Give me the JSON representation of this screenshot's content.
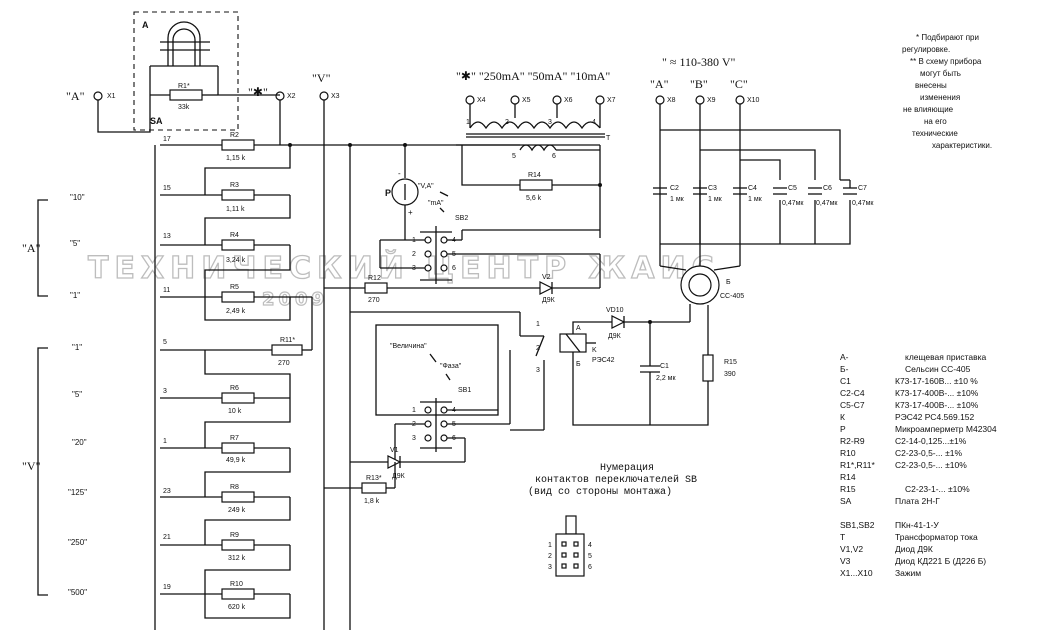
{
  "watermark": {
    "line1": "ТЕХНИЧЕСКИЙ ЦЕНТР ЖАИС",
    "line2": "2009"
  },
  "probe": {
    "block_label": "A",
    "r1_label": "R1*",
    "r1_value": "33k",
    "sa_label": "SA"
  },
  "terminals": {
    "x1": {
      "name": "\"A\"",
      "ref": "X1"
    },
    "x2": {
      "name": "\"✱\"",
      "ref": "X2"
    },
    "x3": {
      "name": "\"V\"",
      "ref": "X3"
    },
    "x4": {
      "ref": "X4"
    },
    "x5": {
      "ref": "X5"
    },
    "x6": {
      "ref": "X6"
    },
    "x7": {
      "ref": "X7"
    },
    "x8": {
      "name": "\"A\"",
      "ref": "X8"
    },
    "x9": {
      "name": "\"B\"",
      "ref": "X9"
    },
    "x10": {
      "name": "\"C\"",
      "ref": "X10"
    }
  },
  "range_labels": {
    "current_group": "\"A\"",
    "current_ranges": [
      "\"10\"",
      "\"5\"",
      "\"1\""
    ],
    "voltage_group": "\"V\"",
    "voltage_ranges": [
      "\"1\"",
      "\"5\"",
      "\"20\"",
      "\"125\"",
      "\"250\"",
      "\"500\""
    ]
  },
  "contacts": [
    "17",
    "15",
    "13",
    "11",
    "5",
    "3",
    "1",
    "23",
    "21",
    "19"
  ],
  "resistors": [
    {
      "ref": "R2",
      "value": "1,15 k"
    },
    {
      "ref": "R3",
      "value": "1,11 k"
    },
    {
      "ref": "R4",
      "value": "3,24 k"
    },
    {
      "ref": "R5",
      "value": "2,49 k"
    },
    {
      "ref": "R11*",
      "value": "270"
    },
    {
      "ref": "R6",
      "value": "10 k"
    },
    {
      "ref": "R7",
      "value": "49,9 k"
    },
    {
      "ref": "R8",
      "value": "249 k"
    },
    {
      "ref": "R9",
      "value": "312 k"
    },
    {
      "ref": "R10",
      "value": "620 k"
    }
  ],
  "upper_terminals_label": "\"✱\"  \"250mA\" \"50mA\" \"10mA\"",
  "transformer": {
    "ref": "T",
    "secondary_ends": [
      "5",
      "6"
    ],
    "taps": [
      "1",
      "2",
      "3",
      "4"
    ]
  },
  "meter": {
    "ref": "P",
    "plus": "+",
    "minus": "-"
  },
  "sb2_top": {
    "ref": "SB2",
    "mode_va": "\"V,A\"",
    "mode_ma": "\"mA\"",
    "pins": [
      "1",
      "2",
      "3",
      "4",
      "5",
      "6"
    ]
  },
  "r14": {
    "ref": "R14",
    "value": "5,6 k"
  },
  "r12": {
    "ref": "R12",
    "value": "270"
  },
  "v2": {
    "ref": "V2",
    "type": "Д9К"
  },
  "sb1": {
    "ref": "SB1",
    "mode_value": "\"Величина\"",
    "mode_phase": "\"Фаза\"",
    "pins": [
      "1",
      "2",
      "3",
      "4",
      "5",
      "6"
    ]
  },
  "relay": {
    "ref": "K",
    "type": "РЭС42",
    "pins": [
      "1",
      "2",
      "3",
      "A",
      "Б"
    ]
  },
  "v1": {
    "ref": "V1",
    "type": "Д9К"
  },
  "r13": {
    "ref": "R13*",
    "value": "1,8 k"
  },
  "vd10": {
    "ref": "VD10",
    "type": "Д9К"
  },
  "c1": {
    "ref": "C1",
    "value": "2,2 мк"
  },
  "r15": {
    "ref": "R15",
    "value": "390"
  },
  "synchro": {
    "ref": "Б",
    "type": "СС-405"
  },
  "phase_input": {
    "label": "\" ≈ 110-380 V\""
  },
  "capacitors": [
    {
      "ref": "C2",
      "value": "1 мк"
    },
    {
      "ref": "C3",
      "value": "1 мк"
    },
    {
      "ref": "C4",
      "value": "1 мк"
    },
    {
      "ref": "C5",
      "value": "0,47мк"
    },
    {
      "ref": "C6",
      "value": "0,47мк"
    },
    {
      "ref": "C7",
      "value": "0,47мк"
    }
  ],
  "notes": [
    "* Подбирают при",
    "регулировке.",
    "** В схему прибора",
    "могут быть",
    "внесены",
    "изменения",
    "не влияющие",
    "на его",
    "технические",
    "характеристики."
  ],
  "numbering": {
    "title": [
      "Нумерация",
      "контактов переключателей SB",
      "(вид со стороны монтажа)"
    ],
    "pins": [
      "1",
      "2",
      "3",
      "4",
      "5",
      "6"
    ]
  },
  "legend": [
    {
      "ref": "А-",
      "desc": "клещевая приставка"
    },
    {
      "ref": "Б-",
      "desc": "Сельсин СС-405"
    },
    {
      "ref": "C1",
      "desc": "К73-17-160В...  ±10 %"
    },
    {
      "ref": "C2-C4",
      "desc": "К73-17-400В-...  ±10%"
    },
    {
      "ref": "C5-C7",
      "desc": "К73-17-400В-...  ±10%"
    },
    {
      "ref": "К",
      "desc": "РЭС42 РС4.569.152"
    },
    {
      "ref": "Р",
      "desc": "Микроамперметр М42304"
    },
    {
      "ref": "R2-R9",
      "desc": "С2-14-0,125...±1%"
    },
    {
      "ref": "R10",
      "desc": "С2-23-0,5-...  ±1%"
    },
    {
      "ref": "R1*,R11*",
      "desc": "С2-23-0,5-...  ±10%"
    },
    {
      "ref": "R14",
      "desc": ""
    },
    {
      "ref": "R15",
      "desc": "С2-23-1-...  ±10%"
    },
    {
      "ref": "SA",
      "desc": "Плата 2Н-Г"
    },
    {
      "ref": "SB1,SB2",
      "desc": "ПКн-41-1-У"
    },
    {
      "ref": "T",
      "desc": "Трансформатор тока"
    },
    {
      "ref": "V1,V2",
      "desc": "Диод Д9К"
    },
    {
      "ref": "V3",
      "desc": "Диод КД221 Б (Д226 Б)"
    },
    {
      "ref": "X1...X10",
      "desc": "Зажим"
    }
  ]
}
